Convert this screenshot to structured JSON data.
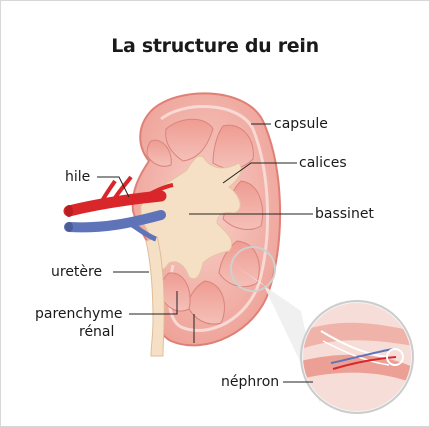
{
  "title": "La structure du rein",
  "labels": {
    "capsule": "capsule",
    "calices": "calices",
    "hile": "hile",
    "bassinet": "bassinet",
    "uretere": "uretère",
    "parenchyme_1": "parenchyme",
    "parenchyme_2": "rénal",
    "nephron": "néphron"
  },
  "colors": {
    "cortex": "#f2b5ad",
    "capsule_edge": "#e48b82",
    "pyramid": "#e89b91",
    "pelvis": "#f5e0c6",
    "artery": "#d9262b",
    "vein": "#5e73b8",
    "leader_line": "#222222"
  }
}
